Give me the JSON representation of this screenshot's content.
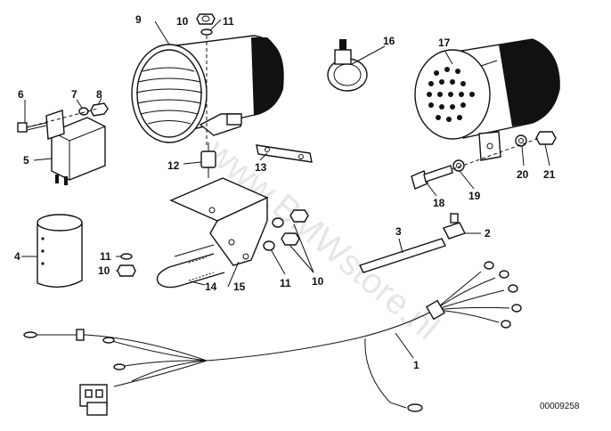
{
  "diagram": {
    "reference_number": "00009258",
    "watermark": "www.BMWstore.nl",
    "callouts": [
      {
        "id": "p1",
        "label": "1"
      },
      {
        "id": "p2",
        "label": "2"
      },
      {
        "id": "p3",
        "label": "3"
      },
      {
        "id": "p4",
        "label": "4"
      },
      {
        "id": "p5",
        "label": "5"
      },
      {
        "id": "p6",
        "label": "6"
      },
      {
        "id": "p7",
        "label": "7"
      },
      {
        "id": "p8",
        "label": "8"
      },
      {
        "id": "p9",
        "label": "9"
      },
      {
        "id": "p10a",
        "label": "10"
      },
      {
        "id": "p10b",
        "label": "10"
      },
      {
        "id": "p10c",
        "label": "10"
      },
      {
        "id": "p11a",
        "label": "11"
      },
      {
        "id": "p11b",
        "label": "11"
      },
      {
        "id": "p11c",
        "label": "11"
      },
      {
        "id": "p12",
        "label": "12"
      },
      {
        "id": "p13",
        "label": "13"
      },
      {
        "id": "p14",
        "label": "14"
      },
      {
        "id": "p15",
        "label": "15"
      },
      {
        "id": "p16",
        "label": "16"
      },
      {
        "id": "p17",
        "label": "17"
      },
      {
        "id": "p18",
        "label": "18"
      },
      {
        "id": "p19",
        "label": "19"
      },
      {
        "id": "p20",
        "label": "20"
      },
      {
        "id": "p21",
        "label": "21"
      }
    ]
  }
}
